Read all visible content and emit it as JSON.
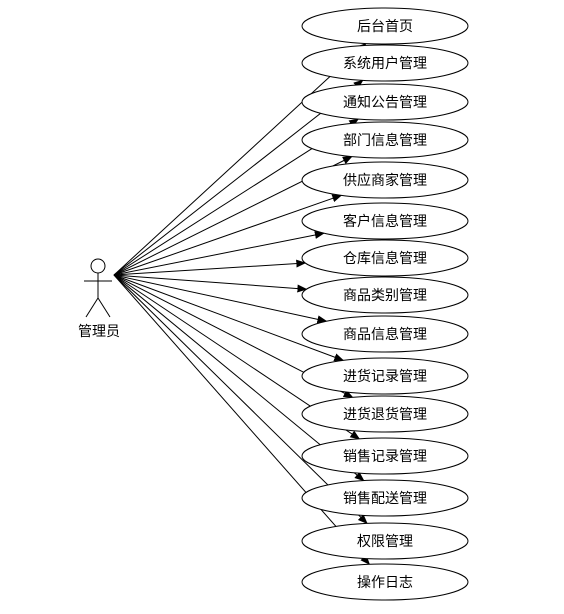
{
  "actor": {
    "label": "管理员"
  },
  "use_cases": [
    {
      "label": "后台首页"
    },
    {
      "label": "系统用户管理"
    },
    {
      "label": "通知公告管理"
    },
    {
      "label": "部门信息管理"
    },
    {
      "label": "供应商家管理"
    },
    {
      "label": "客户信息管理"
    },
    {
      "label": "仓库信息管理"
    },
    {
      "label": "商品类别管理"
    },
    {
      "label": "商品信息管理"
    },
    {
      "label": "进货记录管理"
    },
    {
      "label": "进货退货管理"
    },
    {
      "label": "销售记录管理"
    },
    {
      "label": "销售配送管理"
    },
    {
      "label": "权限管理"
    },
    {
      "label": "操作日志"
    }
  ],
  "colors": {
    "stroke": "#000000",
    "background": "#ffffff"
  }
}
